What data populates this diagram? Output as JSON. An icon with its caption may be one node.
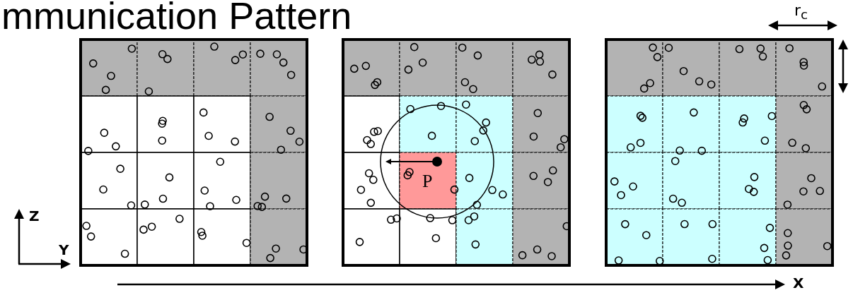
{
  "diagram": {
    "title": "mmunication Pattern",
    "labels": [
      "r$_{c}$",
      "P",
      "Z",
      "Y",
      "X"
    ]
  }
}
